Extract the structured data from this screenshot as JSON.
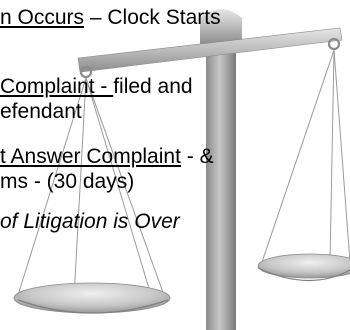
{
  "slide": {
    "bullets": [
      {
        "segments": [
          {
            "text": "n Occurs",
            "underline": true
          },
          {
            "text": " – Clock Starts",
            "underline": false
          }
        ]
      },
      {
        "segments": [
          {
            "text": "Complaint - ",
            "underline": true
          },
          {
            "text": "filed and",
            "underline": false
          }
        ]
      },
      {
        "segments": [
          {
            "text": "efendant",
            "underline": false
          }
        ]
      },
      {
        "segments": [
          {
            "text": "t Answer Complaint",
            "underline": true
          },
          {
            "text": "  - &",
            "underline": false
          }
        ]
      },
      {
        "segments": [
          {
            "text": "ms  - (30 days)",
            "underline": false
          }
        ]
      },
      {
        "segments": [
          {
            "text": " of Litigation is Over",
            "underline": false,
            "italic": true
          }
        ]
      }
    ]
  },
  "colors": {
    "text": "#000000",
    "scale_metal_light": "#f2f2f2",
    "scale_metal_mid": "#b5b5b5",
    "scale_metal_dark": "#7a7a7a",
    "string": "#9a9a9a"
  },
  "illustration": {
    "name": "balance-scale-icon"
  }
}
